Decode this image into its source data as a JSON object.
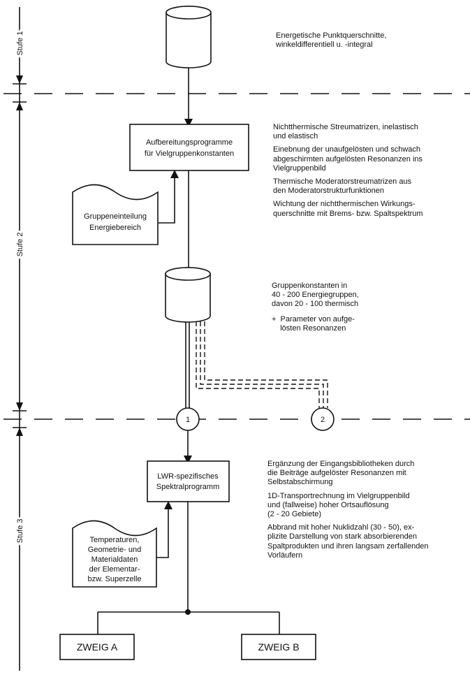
{
  "stages": {
    "stage1": "Stufe 1",
    "stage2": "Stufe 2",
    "stage3": "Stufe 3"
  },
  "descriptions": {
    "stage1": [
      "Energetische Punktquerschnitte,",
      "winkeldifferentiell u. -integral"
    ],
    "stage2_processing": [
      [
        "Nichtthermische Streumatrizen, inelastisch",
        "und elastisch"
      ],
      [
        "Einebnung der unaufgelösten und schwach",
        "abgeschirmten aufgelösten Resonanzen ins",
        "Vielgruppenbild"
      ],
      [
        "Thermische Moderatorstreumatrizen aus",
        "den Moderatorstrukturfunktionen"
      ],
      [
        "Wichtung der nichtthermischen Wirkungs-",
        "querschnitte mit Brems- bzw. Spaltspektrum"
      ]
    ],
    "stage2_constants": [
      "Gruppenkonstanten in",
      "40 - 200 Energiegruppen,",
      "davon 20 - 100 thermisch"
    ],
    "stage2_params": [
      "+  Parameter von aufge-",
      "    lösten Resonanzen"
    ],
    "stage3": [
      [
        "Ergänzung der Eingangsbibliotheken durch",
        "die Beiträge aufgelöster Resonanzen mit",
        "Selbstabschirmung"
      ],
      [
        "1D-Transportrechnung im Vielgruppenbild",
        "und (fallweise) hoher Ortsauflösung",
        "(2 - 20 Gebiete)"
      ],
      [
        "Abbrand mit hoher Nuklidzahl (30 - 50), ex-",
        "plizite Darstellung von stark absorbierenden",
        "Spaltprodukten und ihren langsam zerfallenden",
        "Vorläufern"
      ]
    ]
  },
  "boxes": {
    "processing": [
      "Aufbereitungsprogramme",
      "für Vielgruppenkonstanten"
    ],
    "group_doc": [
      "Gruppeneinteilung",
      "Energiebereich"
    ],
    "spectral": [
      "LWR-spezifisches",
      "Spektralprogramm"
    ],
    "material_doc": [
      "Temperaturen,",
      "Geometrie- und",
      "Materialdaten",
      "der Elementar-",
      "bzw. Superzelle"
    ],
    "branch_a": "ZWEIG A",
    "branch_b": "ZWEIG B"
  },
  "connectors": {
    "c1": "1",
    "c2": "2"
  }
}
